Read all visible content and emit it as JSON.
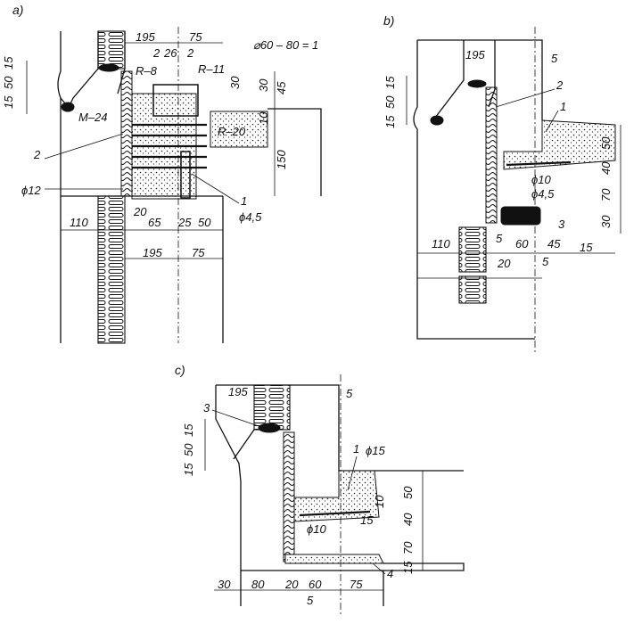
{
  "panel_labels": {
    "a": "a)",
    "b": "b)",
    "c": "c)"
  },
  "panel_a": {
    "top_dims": [
      "195",
      "75"
    ],
    "fraction_note": "⌀60 – 80 = 1",
    "small_dims": [
      "2",
      "26",
      "2"
    ],
    "left_dims": [
      "15",
      "50",
      "15"
    ],
    "right_dims": [
      "30",
      "30",
      "45",
      "10",
      "150"
    ],
    "labels": [
      "R–8",
      "R–11",
      "R–20",
      "M–24",
      "2",
      "ϕ12",
      "1",
      "ϕ4,5"
    ],
    "bottom_dims_row1": [
      "110",
      "20",
      "65",
      "25",
      "50"
    ],
    "bottom_dims_row2": [
      "195",
      "75"
    ]
  },
  "panel_b": {
    "top_dims": [
      "195",
      "5"
    ],
    "left_dims": [
      "15",
      "50",
      "15"
    ],
    "right_dims": [
      "50",
      "40",
      "70",
      "30"
    ],
    "labels": [
      "2",
      "1",
      "ϕ10",
      "ϕ4,5",
      "3"
    ],
    "bottom_dims": [
      "110",
      "5",
      "60",
      "45",
      "15",
      "20",
      "5"
    ]
  },
  "panel_c": {
    "top_dims": [
      "195",
      "5"
    ],
    "left_dims": [
      "15",
      "50",
      "15"
    ],
    "right_dims": [
      "50",
      "40",
      "10",
      "70",
      "15"
    ],
    "labels": [
      "3",
      "1",
      "ϕ15",
      "ϕ10",
      "15",
      "4"
    ],
    "bottom_dims": [
      "30",
      "80",
      "20",
      "60",
      "75",
      "5"
    ]
  }
}
